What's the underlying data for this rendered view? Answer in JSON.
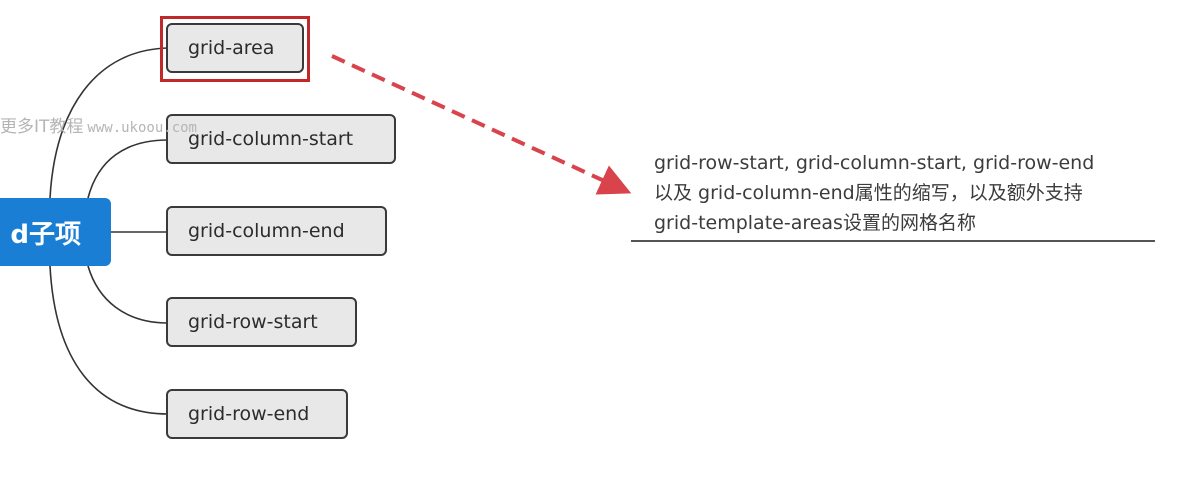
{
  "root": {
    "label": "d子项"
  },
  "children": [
    {
      "label": "grid-area",
      "highlighted": true
    },
    {
      "label": "grid-column-start"
    },
    {
      "label": "grid-column-end"
    },
    {
      "label": "grid-row-start"
    },
    {
      "label": "grid-row-end"
    }
  ],
  "watermark": {
    "text": "更多IT教程",
    "url": "www.ukoou.com"
  },
  "annotation": {
    "lines": [
      "grid-row-start, grid-column-start, grid-row-end",
      "以及 grid-column-end属性的缩写，以及额外支持",
      "grid-template-areas设置的网格名称"
    ]
  },
  "colors": {
    "root_fill": "#1a7fd4",
    "node_fill": "#e8e8e8",
    "highlight": "#c0282a",
    "arrow": "#d9434b"
  }
}
